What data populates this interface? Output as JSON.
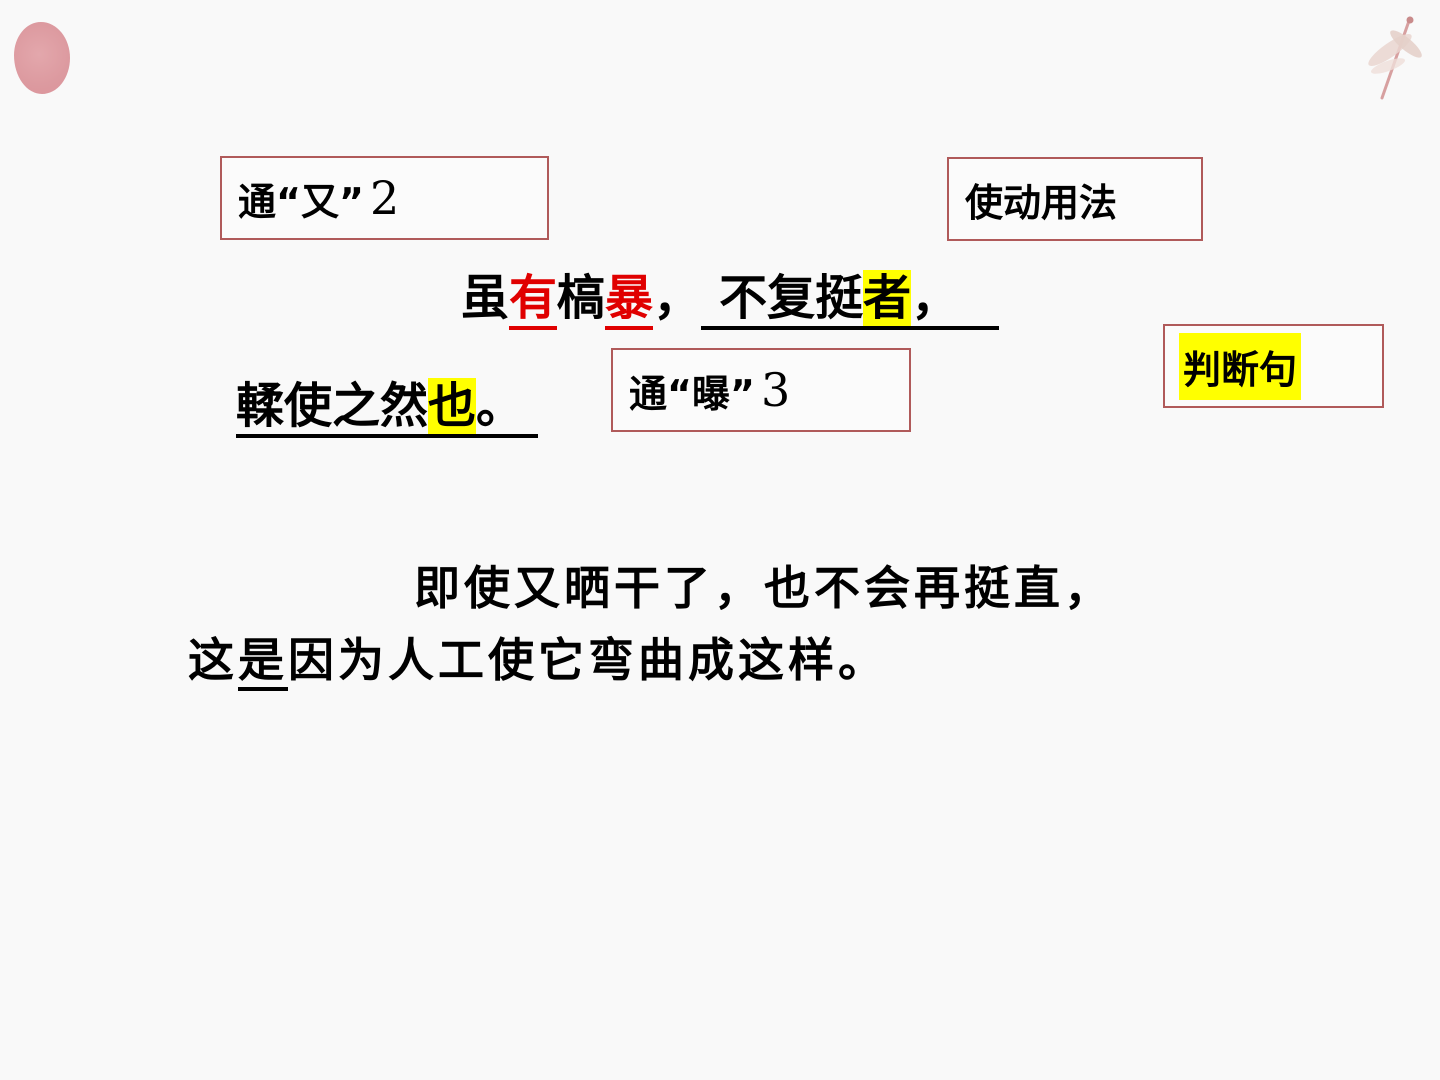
{
  "annotations": {
    "tong_you": {
      "text": "通“又”",
      "num": "2"
    },
    "shidong": {
      "text": "使动用法"
    },
    "tong_pu": {
      "text": "通“曝”",
      "num": "3"
    },
    "panduan": {
      "text": "判断句"
    }
  },
  "classical": {
    "line1": {
      "c1": "虽",
      "c2": "有",
      "c3": "槁",
      "c4": "暴",
      "c5": "，",
      "c6": "不复挺",
      "c7": "者",
      "c8": "，"
    },
    "line2": {
      "c1": "輮使之然",
      "c2": "也",
      "c3": "。"
    }
  },
  "translation": {
    "line1": "即使又晒干了，也不会再挺直，",
    "line2_a": "这",
    "line2_b": "是",
    "line2_c": "因为人工使它弯曲成这样。"
  },
  "colors": {
    "highlight": "#ffff00",
    "red_text": "#e00000",
    "box_border": "#b05a5a",
    "blob": "#db959b"
  }
}
